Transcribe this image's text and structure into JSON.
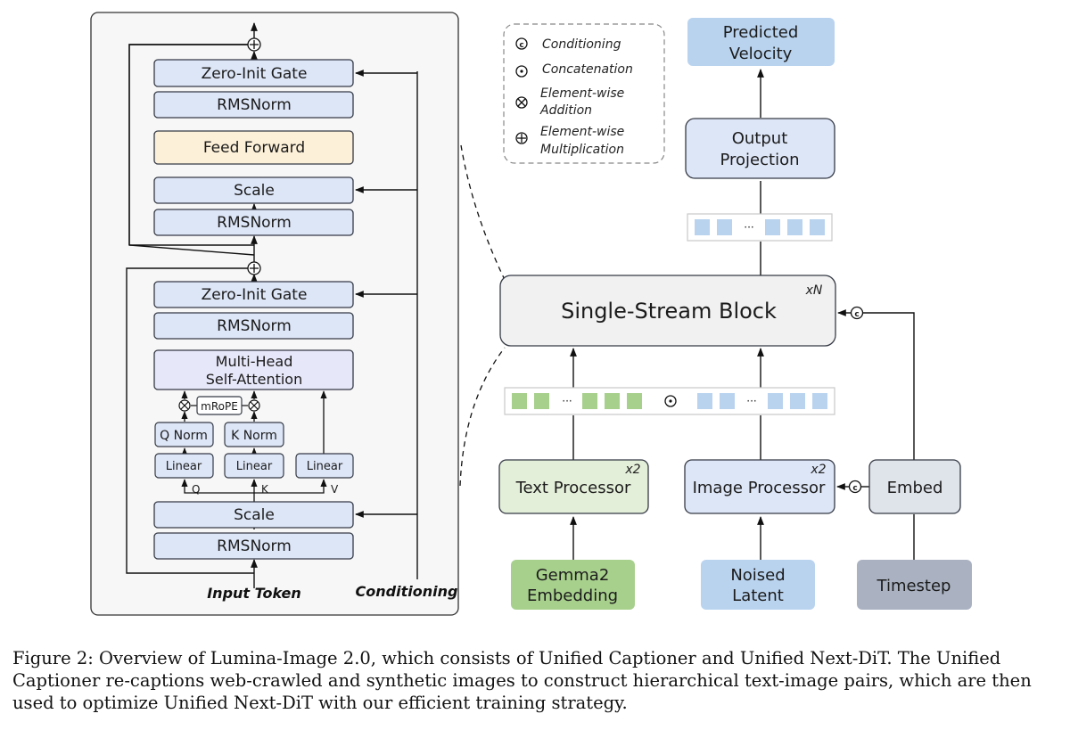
{
  "colors": {
    "blue_box": "#dde6f7",
    "blue_stroke": "#353a45",
    "ff_box": "#fdf0d8",
    "attn_box": "#e6e7f8",
    "green_box": "#e4efd9",
    "green_fill": "#a8d08d",
    "lightblue_fill": "#b9d3ef",
    "gray_box": "#f1f1f1",
    "embed_box": "#dfe3ea",
    "timestep_fill": "#aab2c2",
    "panel_bg": "#f7f7f7"
  },
  "left_panel": {
    "ffn_block": {
      "zero_init_gate": "Zero-Init Gate",
      "rmsnorm_top": "RMSNorm",
      "feed_forward": "Feed Forward",
      "scale": "Scale",
      "rmsnorm_bottom": "RMSNorm"
    },
    "attn_block": {
      "zero_init_gate": "Zero-Init Gate",
      "rmsnorm_top": "RMSNorm",
      "attention_line1": "Multi-Head",
      "attention_line2": "Self-Attention",
      "mrope": "mRoPE",
      "q_norm": "Q Norm",
      "k_norm": "K Norm",
      "linear_q": "Linear",
      "linear_k": "Linear",
      "linear_v": "Linear",
      "q_label": "Q",
      "k_label": "K",
      "v_label": "V",
      "scale": "Scale",
      "rmsnorm_bottom": "RMSNorm"
    },
    "input_token_label": "Input Token",
    "conditioning_label": "Conditioning"
  },
  "legend": {
    "conditioning": "Conditioning",
    "concatenation": "Concatenation",
    "elementwise_addition_1": "Element-wise",
    "elementwise_addition_2": "Addition",
    "elementwise_multiplication_1": "Element-wise",
    "elementwise_multiplication_2": "Multiplication",
    "symbol_c": "c"
  },
  "right_diagram": {
    "predicted_velocity_1": "Predicted",
    "predicted_velocity_2": "Velocity",
    "output_projection_1": "Output",
    "output_projection_2": "Projection",
    "single_stream_block": "Single-Stream Block",
    "xn": "xN",
    "text_processor": "Text Processor",
    "text_processor_mult": "x2",
    "image_processor": "Image Processor",
    "image_processor_mult": "x2",
    "embed": "Embed",
    "gemma_1": "Gemma2",
    "gemma_2": "Embedding",
    "noised_1": "Noised",
    "noised_2": "Latent",
    "timestep": "Timestep",
    "ellipsis": "···"
  },
  "caption": "Figure 2: Overview of Lumina-Image 2.0, which consists of Unified Captioner and Unified Next-DiT. The Unified Captioner re-captions web-crawled and synthetic images to construct hierarchical text-image pairs, which are then used to optimize Unified Next-DiT with our efficient training strategy."
}
